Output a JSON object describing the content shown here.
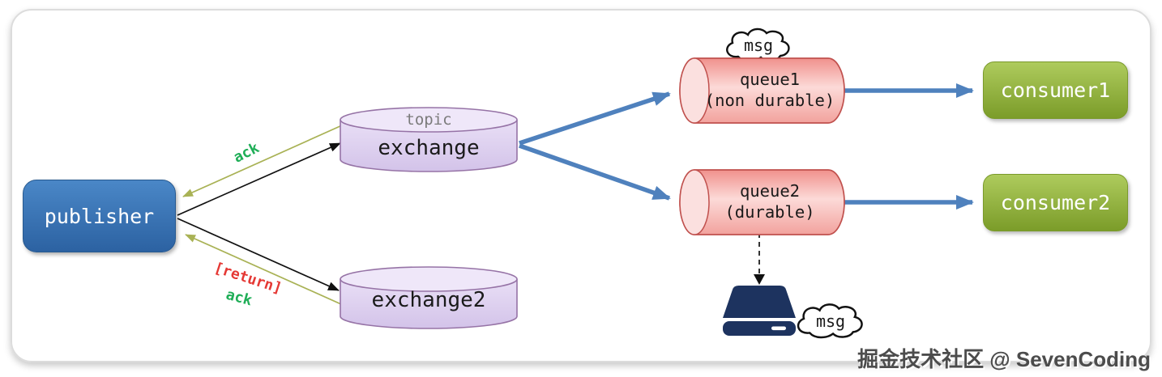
{
  "canvas": {
    "background": "#ffffff",
    "frame_border": "#dcdcdc"
  },
  "nodes": {
    "publisher": {
      "label": "publisher",
      "fill": "#3876b9"
    },
    "exchange1": {
      "tag": "topic",
      "label": "exchange",
      "fill": "#ded2f0",
      "stroke": "#9673a6"
    },
    "exchange2": {
      "label": "exchange2",
      "fill": "#ded2f0",
      "stroke": "#9673a6"
    },
    "queue1": {
      "name": "queue1",
      "durability": "(non durable)",
      "fill": "#f7b2ad",
      "stroke": "#c0504d"
    },
    "queue2": {
      "name": "queue2",
      "durability": "(durable)",
      "fill": "#f7b2ad",
      "stroke": "#c0504d"
    },
    "consumer1": {
      "label": "consumer1",
      "fill": "#8fb03a"
    },
    "consumer2": {
      "label": "consumer2",
      "fill": "#8fb03a"
    }
  },
  "edges": {
    "ack_upper_label": "ack",
    "return_label": "[return]",
    "ack_lower_label": "ack",
    "publish_arrow_color": "#111111",
    "ack_arrow_color": "#a9b255",
    "route_arrow_color": "#4f81bd",
    "ack_text_color": "#1fae57",
    "return_text_color": "#e53935"
  },
  "clouds": {
    "queue1_msg": "msg",
    "disk_msg": "msg"
  },
  "icons": {
    "disk": "hard-drive-icon",
    "disk_color": "#1d335f",
    "msg_cloud": "cloud-icon"
  },
  "watermark": "掘金技术社区 @ SevenCoding"
}
